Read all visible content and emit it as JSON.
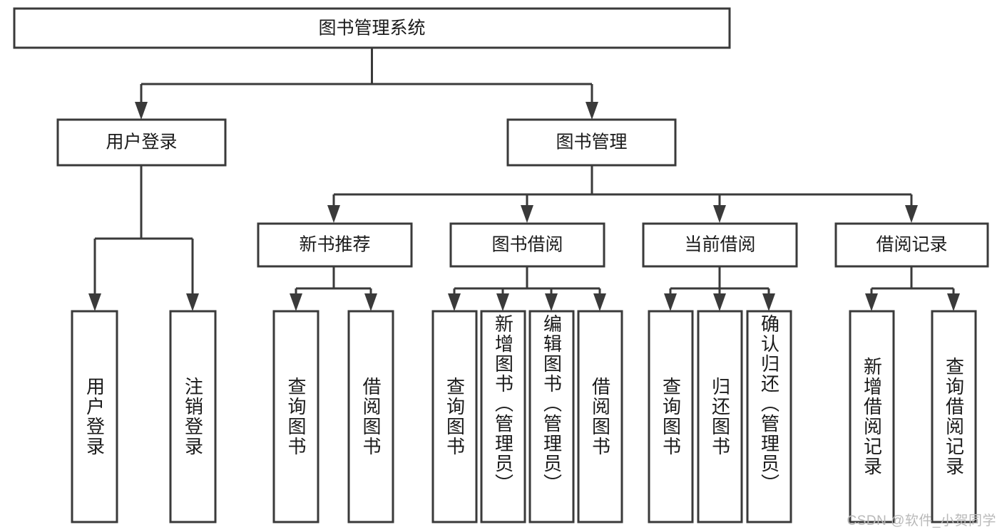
{
  "diagram": {
    "type": "tree-hierarchy",
    "title": "图书管理系统功能结构图",
    "root": {
      "id": "root",
      "label": "图书管理系统",
      "orientation": "horizontal"
    },
    "level2": [
      {
        "id": "user-login",
        "label": "用户登录",
        "orientation": "horizontal"
      },
      {
        "id": "book-manage",
        "label": "图书管理",
        "orientation": "horizontal"
      }
    ],
    "level3": [
      {
        "id": "new-book-recommend",
        "label": "新书推荐",
        "parent": "book-manage",
        "orientation": "horizontal"
      },
      {
        "id": "book-borrow",
        "label": "图书借阅",
        "parent": "book-manage",
        "orientation": "horizontal"
      },
      {
        "id": "current-borrow",
        "label": "当前借阅",
        "parent": "book-manage",
        "orientation": "horizontal"
      },
      {
        "id": "borrow-record",
        "label": "借阅记录",
        "parent": "book-manage",
        "orientation": "horizontal"
      }
    ],
    "leaves": [
      {
        "id": "leaf-user-login",
        "label": "用户登录",
        "parent": "user-login",
        "orientation": "vertical"
      },
      {
        "id": "leaf-user-logout",
        "label": "注销登录",
        "parent": "user-login",
        "orientation": "vertical"
      },
      {
        "id": "leaf-query-book-1",
        "label": "查询图书",
        "parent": "new-book-recommend",
        "orientation": "vertical"
      },
      {
        "id": "leaf-borrow-book-1",
        "label": "借阅图书",
        "parent": "new-book-recommend",
        "orientation": "vertical"
      },
      {
        "id": "leaf-query-book-2",
        "label": "查询图书",
        "parent": "book-borrow",
        "orientation": "vertical"
      },
      {
        "id": "leaf-add-book",
        "label": "新增图书（管理员）",
        "parent": "book-borrow",
        "orientation": "vertical"
      },
      {
        "id": "leaf-edit-book",
        "label": "编辑图书（管理员）",
        "parent": "book-borrow",
        "orientation": "vertical"
      },
      {
        "id": "leaf-borrow-book-2",
        "label": "借阅图书",
        "parent": "book-borrow",
        "orientation": "vertical"
      },
      {
        "id": "leaf-query-book-3",
        "label": "查询图书",
        "parent": "current-borrow",
        "orientation": "vertical"
      },
      {
        "id": "leaf-return-book",
        "label": "归还图书",
        "parent": "current-borrow",
        "orientation": "vertical"
      },
      {
        "id": "leaf-confirm-return",
        "label": "确认归还（管理员）",
        "parent": "current-borrow",
        "orientation": "vertical"
      },
      {
        "id": "leaf-add-record",
        "label": "新增借阅记录",
        "parent": "borrow-record",
        "orientation": "vertical"
      },
      {
        "id": "leaf-query-record",
        "label": "查询借阅记录",
        "parent": "borrow-record",
        "orientation": "vertical"
      }
    ],
    "colors": {
      "stroke": "#3a3a3a",
      "fill": "#ffffff",
      "text": "#1a1a1a",
      "watermark": "#b9b9b9",
      "background": "#ffffff"
    }
  },
  "watermark": {
    "text": "CSDN @软件_小贺同学"
  }
}
